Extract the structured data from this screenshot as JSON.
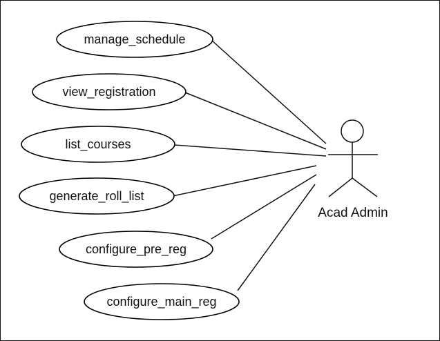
{
  "diagram": {
    "type": "use-case",
    "actor": {
      "label": "Acad Admin",
      "icon": "stick-figure-icon"
    },
    "use_cases": [
      {
        "id": "manage_schedule",
        "label": "manage_schedule"
      },
      {
        "id": "view_registration",
        "label": "view_registration"
      },
      {
        "id": "list_courses",
        "label": "list_courses"
      },
      {
        "id": "generate_roll_list",
        "label": "generate_roll_list"
      },
      {
        "id": "configure_pre_reg",
        "label": "configure_pre_reg"
      },
      {
        "id": "configure_main_reg",
        "label": "configure_main_reg"
      }
    ],
    "associations": [
      {
        "from": "manage_schedule",
        "to": "Acad Admin"
      },
      {
        "from": "view_registration",
        "to": "Acad Admin"
      },
      {
        "from": "list_courses",
        "to": "Acad Admin"
      },
      {
        "from": "generate_roll_list",
        "to": "Acad Admin"
      },
      {
        "from": "configure_pre_reg",
        "to": "Acad Admin"
      },
      {
        "from": "configure_main_reg",
        "to": "Acad Admin"
      }
    ],
    "colors": {
      "stroke": "#000000",
      "background": "#ffffff"
    }
  }
}
